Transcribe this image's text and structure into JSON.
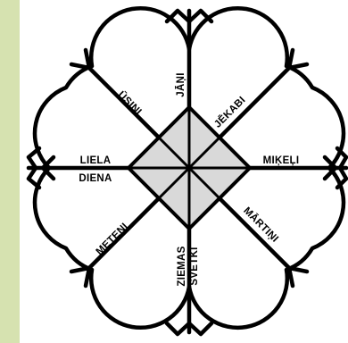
{
  "colors": {
    "page_background": "#d6e2b0",
    "panel_background": "#ffffff",
    "lines": "#000000",
    "center_fill": "#d9d9d9"
  },
  "labels": {
    "usini": "ŪSIŅI",
    "jani": "JĀŅI",
    "jekabi": "JĒKABI",
    "liela": "LIELA",
    "diena": "DIENA",
    "mikeli": "MIĶEĻI",
    "meteni": "METEŅI",
    "martini": "MĀRTIŅI",
    "ziemas": "ZIEMAS",
    "svetki": "SVĒTKI"
  }
}
